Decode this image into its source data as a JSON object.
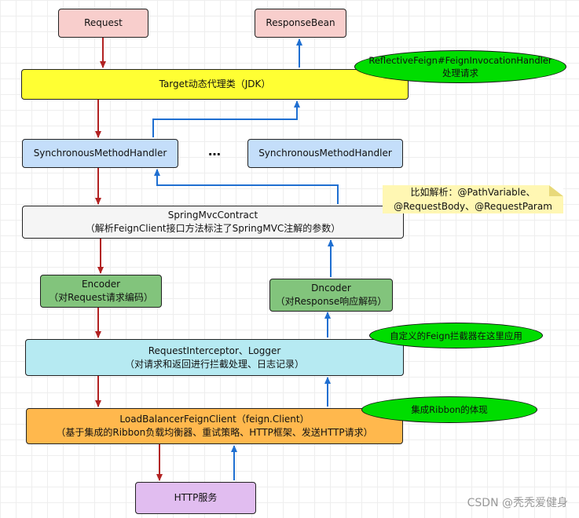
{
  "nodes": {
    "request": "Request",
    "response_bean": "ResponseBean",
    "target_proxy": "Target动态代理类（JDK）",
    "handler_left": "SynchronousMethodHandler",
    "handler_right": "SynchronousMethodHandler",
    "ellipsis": "…",
    "contract_line1": "SpringMvcContract",
    "contract_line2": "（解析FeignClient接口方法标注了SpringMVC注解的参数）",
    "encoder_line1": "Encoder",
    "encoder_line2": "（对Request请求编码）",
    "decoder_line1": "Dncoder",
    "decoder_line2": "（对Response响应解码）",
    "interceptor_line1": "RequestInterceptor、Logger",
    "interceptor_line2": "（对请求和返回进行拦截处理、日志记录）",
    "lb_line1": "LoadBalancerFeignClient（feign.Client）",
    "lb_line2": "（基于集成的Ribbon负载均衡器、重试策略、HTTP框架、发送HTTP请求）",
    "http_service": "HTTP服务"
  },
  "callouts": {
    "handler_line1": "ReflectiveFeign#FeignInvocationHandler",
    "handler_line2": "处理请求",
    "interceptor_note": "自定义的Feign拦截器在这里应用",
    "ribbon_note": "集成Ribbon的体现"
  },
  "note": {
    "line1": "比如解析：@PathVariable、",
    "line2": "@RequestBody、@RequestParam"
  },
  "watermark": "CSDN @秃秃爱健身",
  "colors": {
    "request_arrow": "#b22222",
    "response_arrow": "#1f6fd1"
  }
}
